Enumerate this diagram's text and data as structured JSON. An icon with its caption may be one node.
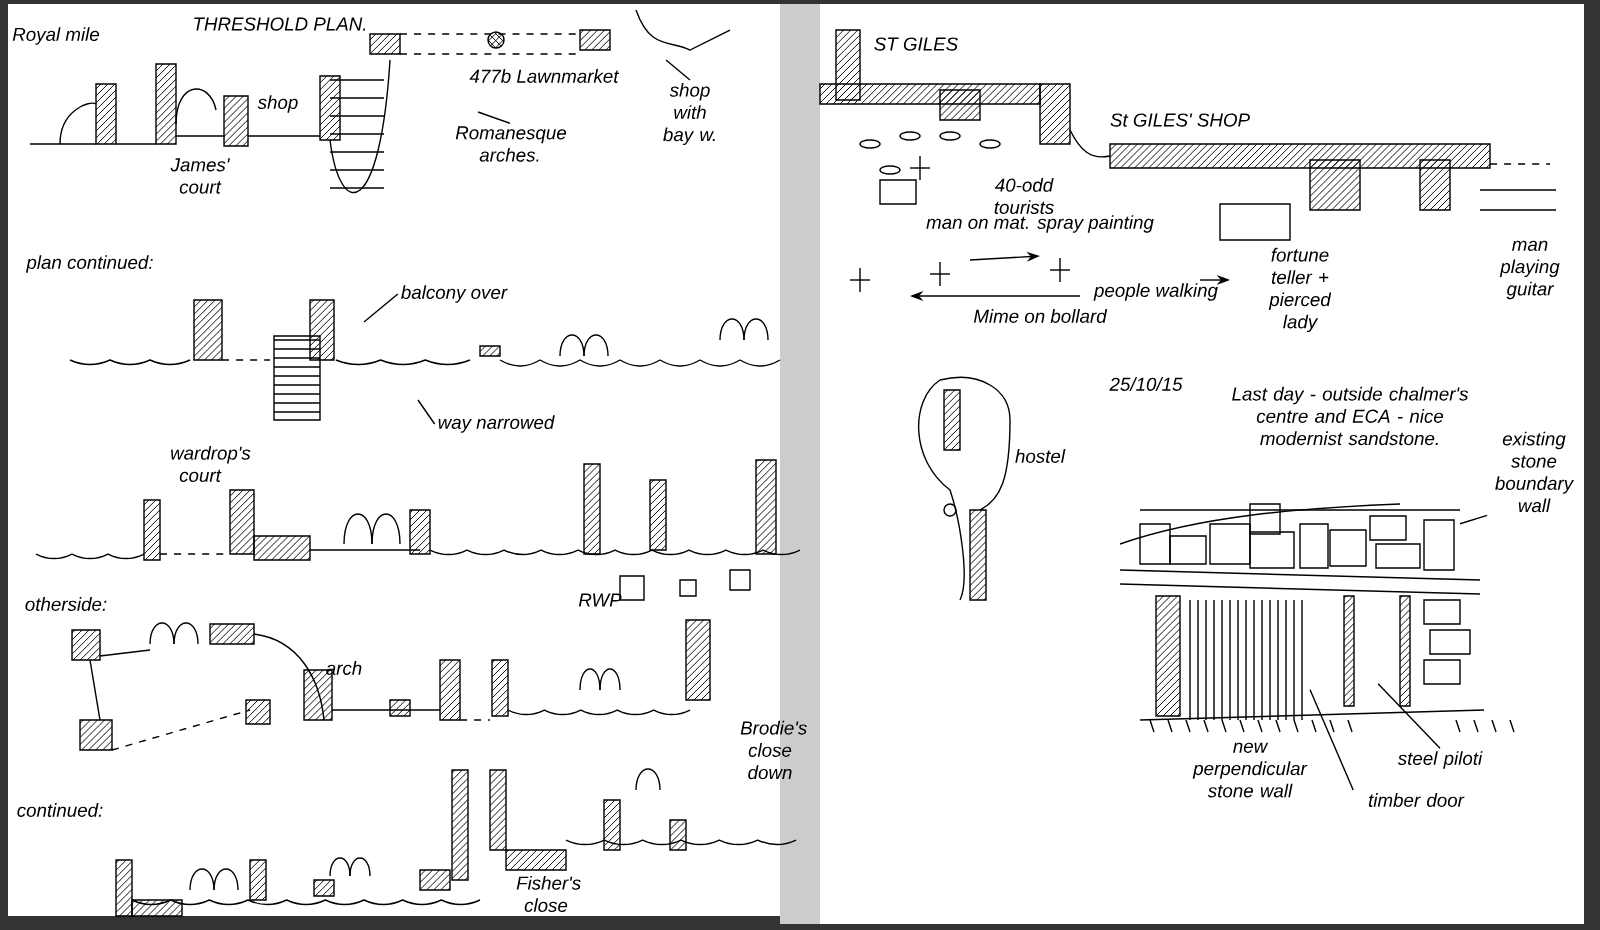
{
  "diagram": {
    "nodes": [
      {
        "text": [
          "Romanesque arches."
        ]
      },
      {
        "text": [
          "shop with bay w."
        ]
      },
      {
        "text": [
          "balcony over"
        ]
      },
      {
        "text": [
          "way narrowed"
        ]
      },
      {
        "text": [
          "existing stone boundary wall"
        ]
      },
      {
        "text": [
          "steel piloti"
        ]
      },
      {
        "text": [
          "timber door"
        ]
      },
      {
        "text": [],
        "shape": "picture",
        "beside": [
          "new perpendicular stone wall"
        ]
      }
    ],
    "edges": [
      {
        "from": 0,
        "to": null,
        "arrow": "none"
      },
      {
        "from": 1,
        "to": null,
        "arrow": "none"
      },
      {
        "from": 2,
        "to": null,
        "arrow": "none"
      },
      {
        "from": 3,
        "to": null,
        "arrow": "none"
      },
      {
        "from": 4,
        "to": 7,
        "arrow": "none"
      },
      {
        "from": 5,
        "to": 7,
        "arrow": "none"
      },
      {
        "from": 6,
        "to": 7,
        "arrow": "none"
      }
    ],
    "labels": [
      "Royal mile",
      "THRESHOLD PLAN.",
      "shop",
      "477b Lawnmarket",
      "James' court",
      "plan continued:",
      "wardrop's court",
      "RWP",
      "otherside:",
      "arch",
      "Brodie's close down",
      "continued:",
      "Fisher's close",
      "ST GILES",
      "St GILES' SHOP",
      "40-odd tourists",
      "man on mat. spray painting",
      "fortune teller + pierced lady",
      "man playing guitar",
      "people walking",
      "Mime on bollard",
      "hostel",
      "25/10/15",
      "Last day - outside chalmer's centre and ECA - nice modernist sandstone."
    ]
  }
}
